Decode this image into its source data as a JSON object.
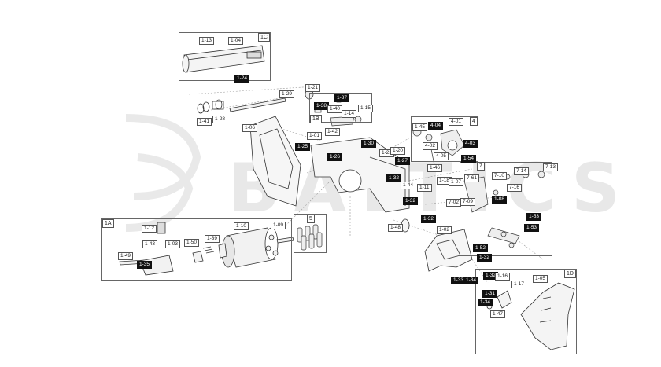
{
  "watermark": "BALTICS",
  "groups": [
    {
      "id": "1A",
      "label": "1A"
    },
    {
      "id": "1B",
      "label": "1B"
    },
    {
      "id": "1C",
      "label": "1C"
    },
    {
      "id": "1D",
      "label": "1D"
    },
    {
      "id": "4",
      "label": "4"
    },
    {
      "id": "5",
      "label": "5"
    },
    {
      "id": "7",
      "label": "7"
    }
  ],
  "parts": [
    {
      "id": "p1",
      "text": "1-13",
      "dark": false
    },
    {
      "id": "p2",
      "text": "1-04",
      "dark": false
    },
    {
      "id": "p3",
      "text": "1-24",
      "dark": true
    },
    {
      "id": "p4",
      "text": "1-29",
      "dark": false
    },
    {
      "id": "p5",
      "text": "1-41",
      "dark": false
    },
    {
      "id": "p6",
      "text": "1-28",
      "dark": false
    },
    {
      "id": "p7",
      "text": "1-06",
      "dark": false
    },
    {
      "id": "p8",
      "text": "1-21",
      "dark": false
    },
    {
      "id": "p9",
      "text": "1-37",
      "dark": true
    },
    {
      "id": "p10",
      "text": "1-38",
      "dark": true
    },
    {
      "id": "p11",
      "text": "1-40",
      "dark": false
    },
    {
      "id": "p12",
      "text": "1-14",
      "dark": false
    },
    {
      "id": "p13",
      "text": "1-15",
      "dark": false
    },
    {
      "id": "p14",
      "text": "1-42",
      "dark": false
    },
    {
      "id": "p15",
      "text": "1-01",
      "dark": false
    },
    {
      "id": "p16",
      "text": "1-30",
      "dark": true
    },
    {
      "id": "p17",
      "text": "1-25",
      "dark": true
    },
    {
      "id": "p18",
      "text": "1-26",
      "dark": true
    },
    {
      "id": "p19",
      "text": "1-23",
      "dark": false
    },
    {
      "id": "p20",
      "text": "1-20",
      "dark": false
    },
    {
      "id": "p21",
      "text": "1-27",
      "dark": true
    },
    {
      "id": "p22",
      "text": "1-32",
      "dark": true
    },
    {
      "id": "p23",
      "text": "1-44",
      "dark": false
    },
    {
      "id": "p24",
      "text": "1-11",
      "dark": false
    },
    {
      "id": "p25",
      "text": "1-32",
      "dark": true
    },
    {
      "id": "p26",
      "text": "1-48",
      "dark": false
    },
    {
      "id": "p27",
      "text": "1-32",
      "dark": true
    },
    {
      "id": "p28",
      "text": "1-45",
      "dark": false
    },
    {
      "id": "p29",
      "text": "4-04",
      "dark": true
    },
    {
      "id": "p30",
      "text": "4-01",
      "dark": false
    },
    {
      "id": "p31",
      "text": "4-02",
      "dark": false
    },
    {
      "id": "p32",
      "text": "4-05",
      "dark": false
    },
    {
      "id": "p33",
      "text": "4-03",
      "dark": true
    },
    {
      "id": "p34",
      "text": "1-54",
      "dark": true
    },
    {
      "id": "p35",
      "text": "1-46",
      "dark": false
    },
    {
      "id": "p36",
      "text": "1-18",
      "dark": false
    },
    {
      "id": "p37",
      "text": "1-07",
      "dark": false
    },
    {
      "id": "p38",
      "text": "7-10",
      "dark": false
    },
    {
      "id": "p39",
      "text": "7-14",
      "dark": false
    },
    {
      "id": "p40",
      "text": "7-13",
      "dark": false
    },
    {
      "id": "p41",
      "text": "7-61",
      "dark": false
    },
    {
      "id": "p42",
      "text": "7-16",
      "dark": false
    },
    {
      "id": "p43",
      "text": "7-09",
      "dark": false
    },
    {
      "id": "p44",
      "text": "7-02",
      "dark": false
    },
    {
      "id": "p45",
      "text": "1-08",
      "dark": true
    },
    {
      "id": "p46",
      "text": "1-53",
      "dark": true
    },
    {
      "id": "p47",
      "text": "1-53",
      "dark": true
    },
    {
      "id": "p48",
      "text": "1-02",
      "dark": false
    },
    {
      "id": "p49",
      "text": "1-52",
      "dark": true
    },
    {
      "id": "p50",
      "text": "1-32",
      "dark": true
    },
    {
      "id": "p51",
      "text": "1-33",
      "dark": true
    },
    {
      "id": "p52",
      "text": "1-34",
      "dark": true
    },
    {
      "id": "p53",
      "text": "1-12",
      "dark": false
    },
    {
      "id": "p54",
      "text": "1-10",
      "dark": false
    },
    {
      "id": "p55",
      "text": "1-09",
      "dark": false
    },
    {
      "id": "p56",
      "text": "1-43",
      "dark": false
    },
    {
      "id": "p57",
      "text": "1-03",
      "dark": false
    },
    {
      "id": "p58",
      "text": "1-50",
      "dark": false
    },
    {
      "id": "p59",
      "text": "1-39",
      "dark": false
    },
    {
      "id": "p60",
      "text": "1-49",
      "dark": false
    },
    {
      "id": "p61",
      "text": "1-35",
      "dark": true
    },
    {
      "id": "p62",
      "text": "1-32",
      "dark": true
    },
    {
      "id": "p63",
      "text": "1-16",
      "dark": false
    },
    {
      "id": "p64",
      "text": "1-17",
      "dark": false
    },
    {
      "id": "p65",
      "text": "1-31",
      "dark": true
    },
    {
      "id": "p66",
      "text": "1-34",
      "dark": true
    },
    {
      "id": "p67",
      "text": "1-47",
      "dark": false
    },
    {
      "id": "p68",
      "text": "1-05",
      "dark": false
    }
  ]
}
